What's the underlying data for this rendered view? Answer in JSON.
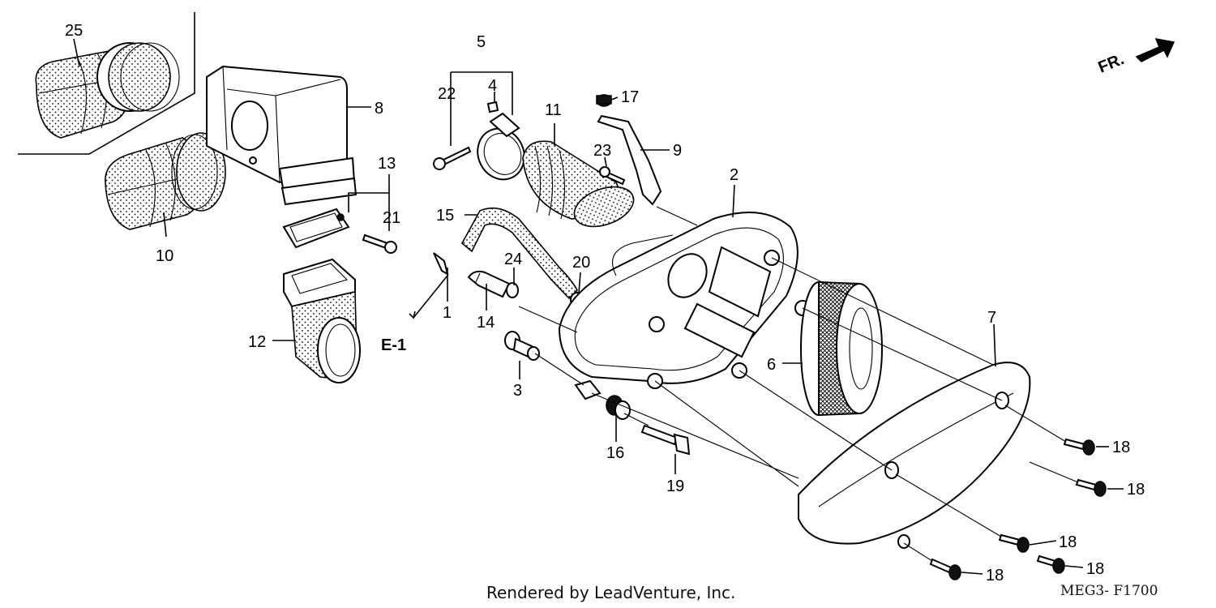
{
  "diagram": {
    "footer": "Rendered by LeadVenture, Inc.",
    "code": "MEG3- F1700",
    "direction_label": "FR.",
    "reference_label": "E-1",
    "callouts": {
      "c1": "1",
      "c2": "2",
      "c3": "3",
      "c4": "4",
      "c5": "5",
      "c6": "6",
      "c7": "7",
      "c8": "8",
      "c9": "9",
      "c10": "10",
      "c11": "11",
      "c12": "12",
      "c13": "13",
      "c14": "14",
      "c15": "15",
      "c16": "16",
      "c17": "17",
      "c18": "18",
      "c19": "19",
      "c20": "20",
      "c21": "21",
      "c22": "22",
      "c23": "23",
      "c24": "24",
      "c25": "25"
    }
  }
}
